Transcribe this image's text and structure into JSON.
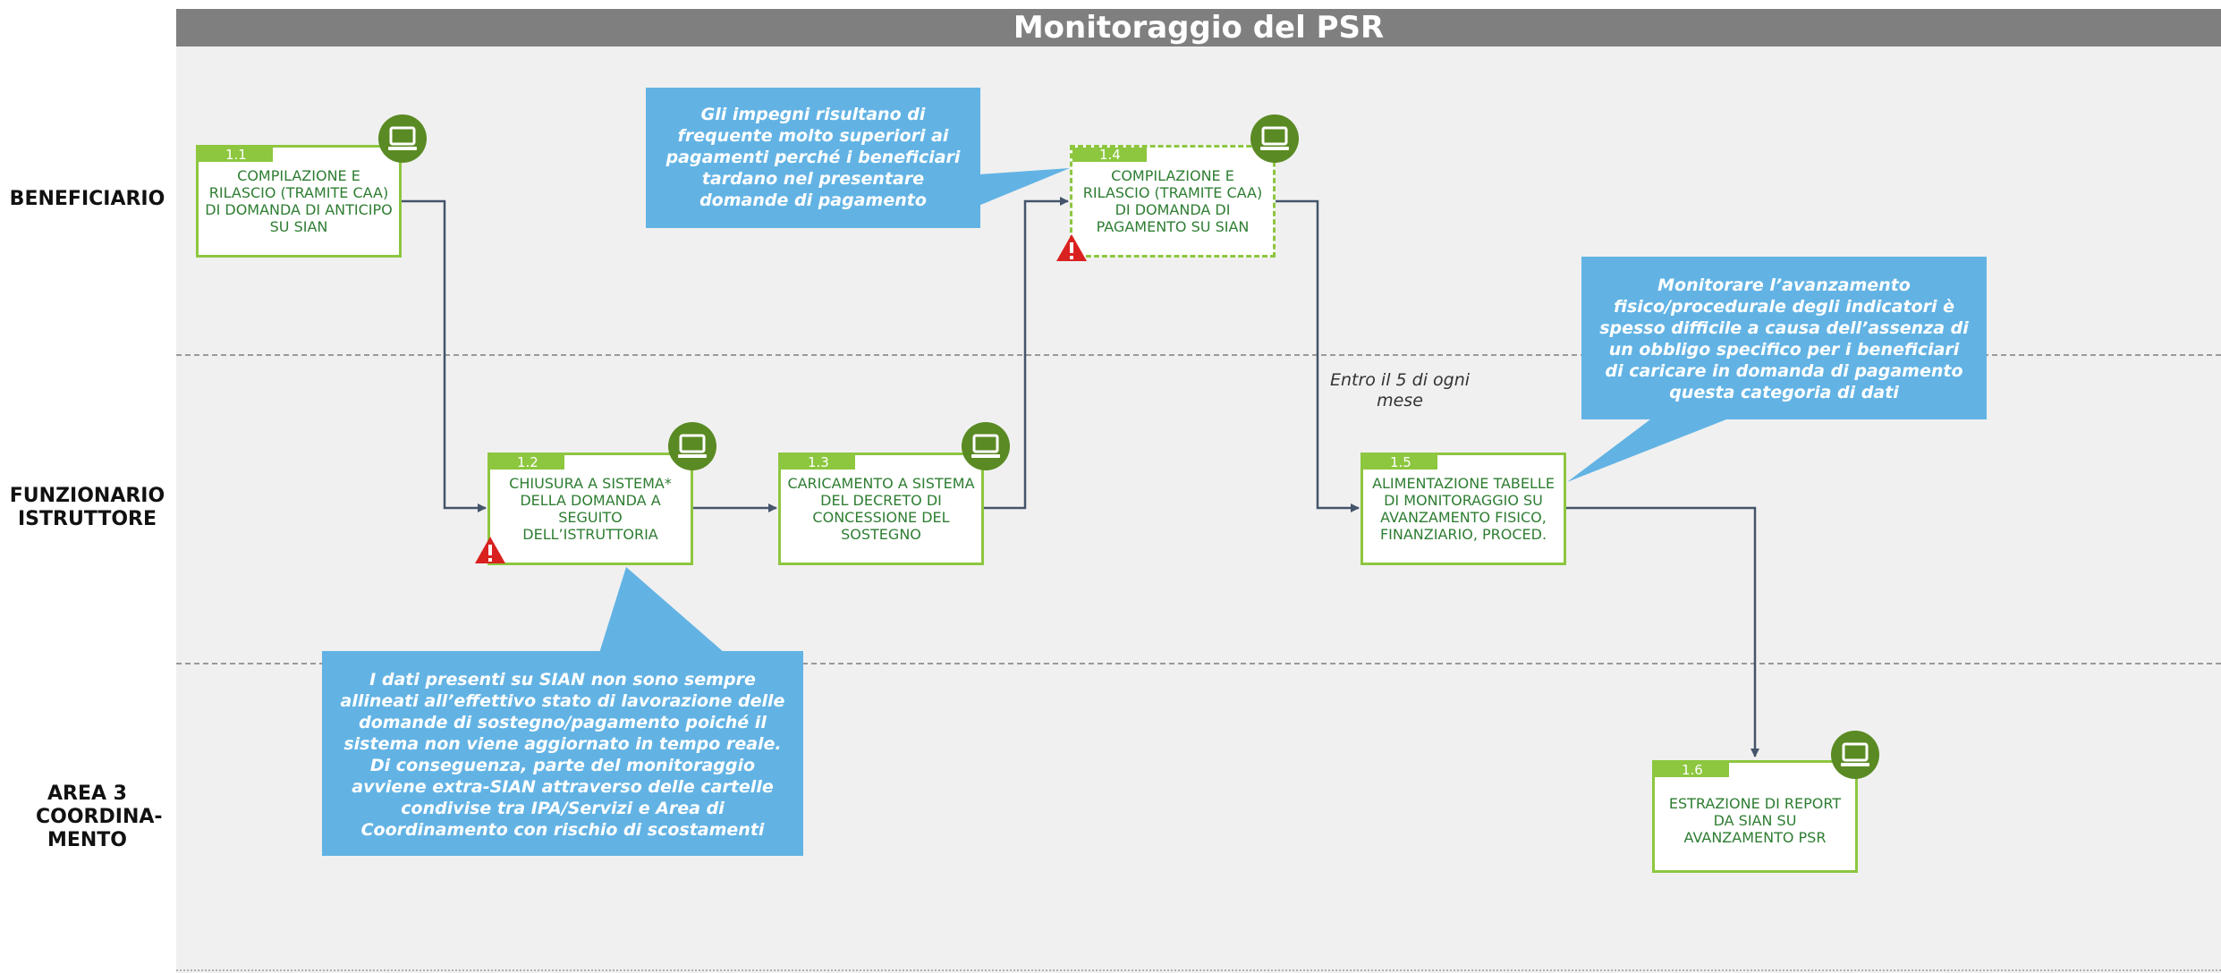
{
  "header": {
    "title": "Monitoraggio del PSR",
    "partial_title": "ggi"
  },
  "lanes": [
    {
      "label": "BENEFICIARIO"
    },
    {
      "label": "FUNZIONARIO ISTRUTTORE"
    },
    {
      "label": "AREA 3 COORDINA-MENTO"
    }
  ],
  "tasks": [
    {
      "id": "1.1",
      "text": "COMPILAZIONE E RILASCIO (TRAMITE CAA) DI DOMANDA DI ANTICIPO SU SIAN"
    },
    {
      "id": "1.2",
      "text": "CHIUSURA A SISTEMA* DELLA DOMANDA A SEGUITO DELL’ISTRUTTORIA"
    },
    {
      "id": "1.3",
      "text": "CARICAMENTO A SISTEMA DEL DECRETO DI CONCESSIONE DEL SOSTEGNO"
    },
    {
      "id": "1.4",
      "text": "COMPILAZIONE E RILASCIO (TRAMITE CAA) DI DOMANDA DI PAGAMENTO SU SIAN"
    },
    {
      "id": "1.5",
      "text": "ALIMENTAZIONE TABELLE DI MONITORAGGIO SU AVANZAMENTO FISICO, FINANZIARIO, PROCED."
    },
    {
      "id": "1.6",
      "text": "ESTRAZIONE DI REPORT DA SIAN SU AVANZAMENTO PSR"
    }
  ],
  "callouts": [
    {
      "text": "Gli impegni risultano di frequente molto superiori ai pagamenti perché i beneficiari tardano nel presentare domande di pagamento"
    },
    {
      "text": "I dati presenti su SIAN non sono sempre allineati all’effettivo stato di lavorazione delle domande di sostegno/pagamento poiché il sistema non viene aggiornato in tempo reale. Di conseguenza, parte del monitoraggio avviene extra-SIAN attraverso delle cartelle condivise tra IPA/Servizi e Area di Coordinamento con rischio di scostamenti"
    },
    {
      "text": "Monitorare l’avanzamento fisico/procedurale degli indicatori è spesso difficile a causa dell’assenza di un obbligo specifico per i beneficiari di caricare in domanda di pagamento questa categoria di dati"
    }
  ],
  "notes": {
    "timing": "Entro il 5 di ogni mese"
  },
  "colors": {
    "header": "#7f7f7f",
    "lane_background": "#f0f0f0",
    "task_border": "#8dc63f",
    "task_text": "#2e7d32",
    "system_icon": "#5a8a23",
    "callout": "#62b3e4",
    "connector": "#44546a",
    "warning": "#d9211f"
  },
  "icons": {
    "system": "computer-monitor-icon",
    "risk": "warning-triangle-icon"
  }
}
